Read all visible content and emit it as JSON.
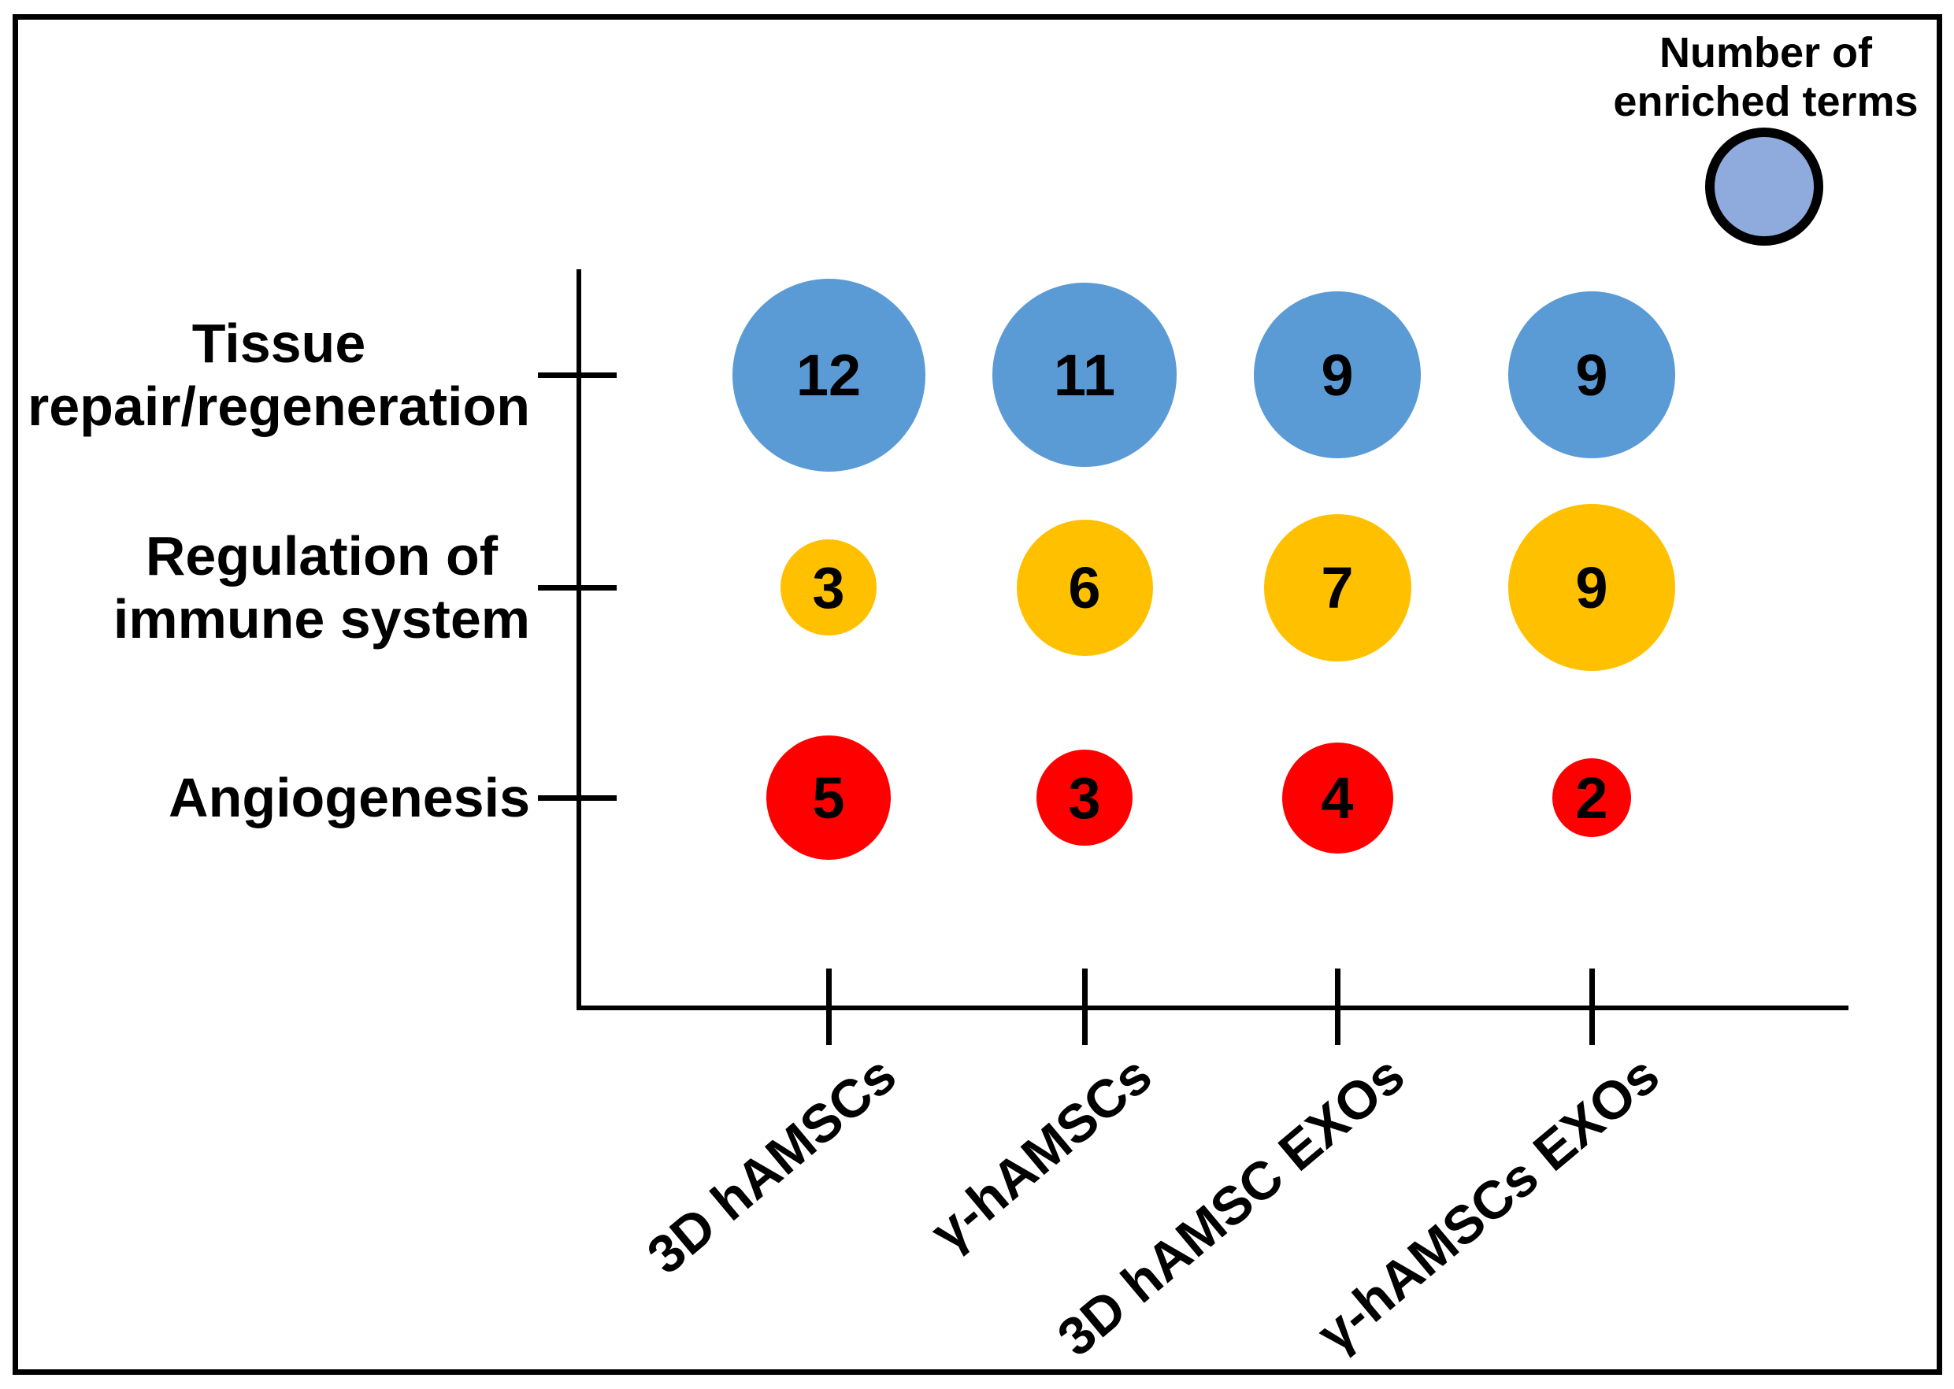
{
  "legend": {
    "title_line1": "Number of",
    "title_line2": "enriched terms",
    "bubble_color": "#8FAADC"
  },
  "chart_data": {
    "type": "bubble",
    "title": "",
    "legend_title": "Number of enriched terms",
    "legend_position": "top-right",
    "size_encoding": "circle area proportional to number of enriched terms",
    "x_categories": [
      "3D hAMSCs",
      "γ-hAMSCs",
      "3D hAMSC EXOs",
      "γ-hAMSCs EXOs"
    ],
    "y_categories": [
      "Tissue repair/regeneration",
      "Regulation of immune system",
      "Angiogenesis"
    ],
    "y_category_display_lines": [
      [
        "Tissue",
        "repair/regeneration"
      ],
      [
        "Regulation of",
        "immune system"
      ],
      [
        "Angiogenesis"
      ]
    ],
    "series": [
      {
        "name": "Tissue repair/regeneration",
        "color": "#5B9BD5",
        "values": [
          12,
          11,
          9,
          9
        ]
      },
      {
        "name": "Regulation of immune system",
        "color": "#FFC000",
        "values": [
          3,
          6,
          7,
          9
        ]
      },
      {
        "name": "Angiogenesis",
        "color": "#FF0000",
        "values": [
          5,
          3,
          4,
          2
        ]
      }
    ]
  }
}
